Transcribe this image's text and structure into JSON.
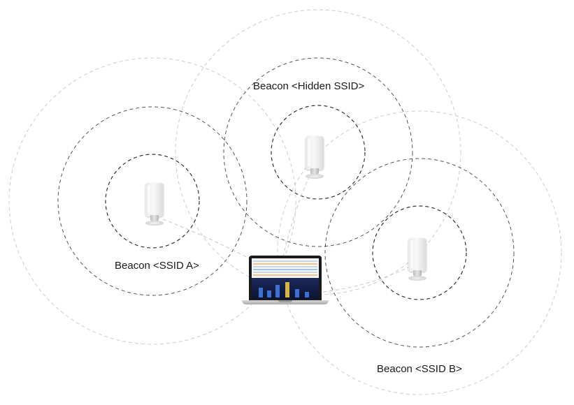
{
  "beacons": [
    {
      "label": "Beacon <Hidden SSID>"
    },
    {
      "label": "Beacon <SSID A>"
    },
    {
      "label": "Beacon <SSID B>"
    }
  ],
  "colors": {
    "inner_ring": "#333333",
    "middle_ring": "#555555",
    "outer_ring": "#cccccc",
    "link_line": "#c8c8c8",
    "text": "#1a1a1a"
  },
  "icons": {
    "access_point": "access-point-icon",
    "laptop": "laptop-icon"
  }
}
